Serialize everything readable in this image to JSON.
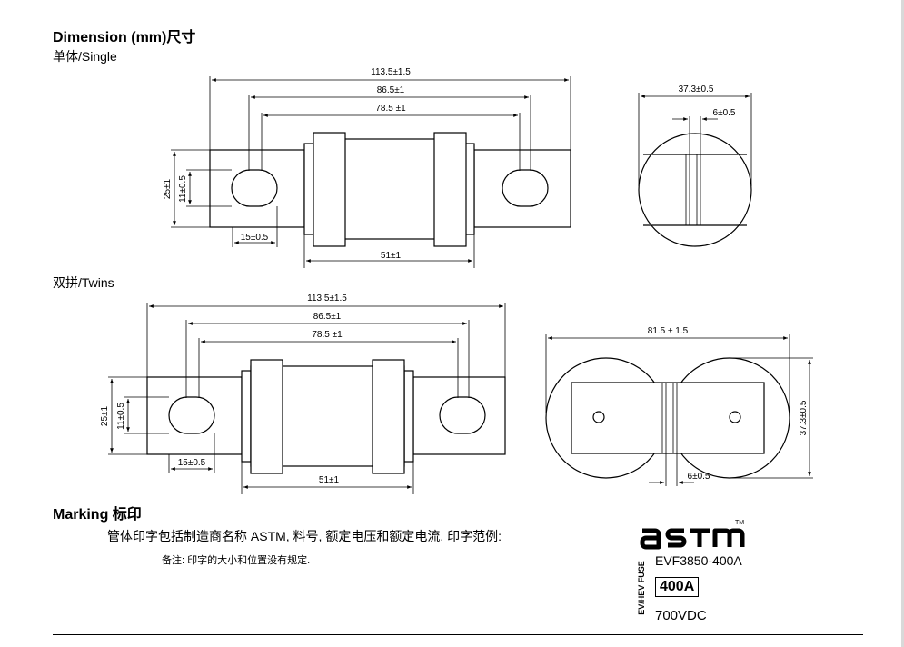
{
  "dimension_title": "Dimension (mm)尺寸",
  "single_label": "单体/Single",
  "twins_label": "双拼/Twins",
  "single": {
    "dim_overall": "113.5±1.5",
    "dim_mid": "86.5±1",
    "dim_inner": "78.5 ±1",
    "dim_height": "25±1",
    "dim_hole_h": "11±0.5",
    "dim_tab": "15±0.5",
    "dim_body": "51±1",
    "end_dia": "37.3±0.5",
    "end_slot": "6±0.5"
  },
  "twins": {
    "dim_overall": "113.5±1.5",
    "dim_mid": "86.5±1",
    "dim_inner": "78.5 ±1",
    "dim_height": "25±1",
    "dim_hole_h": "11±0.5",
    "dim_tab": "15±0.5",
    "dim_body": "51±1",
    "end_width": "81.5 ± 1.5",
    "end_dia": "37.3±0.5",
    "end_slot": "6±0.5"
  },
  "marking_title": "Marking 标印",
  "marking_desc": "管体印字包括制造商名称 ASTM, 料号, 额定电压和额定电流.   印字范例:",
  "marking_note": "备注: 印字的大小和位置没有规定.",
  "sample": {
    "logo": "ASTM",
    "trademark": "TM",
    "side_text": "EV/HEV FUSE",
    "part_no": "EVF3850-400A",
    "current": "400A",
    "voltage": "700VDC"
  }
}
